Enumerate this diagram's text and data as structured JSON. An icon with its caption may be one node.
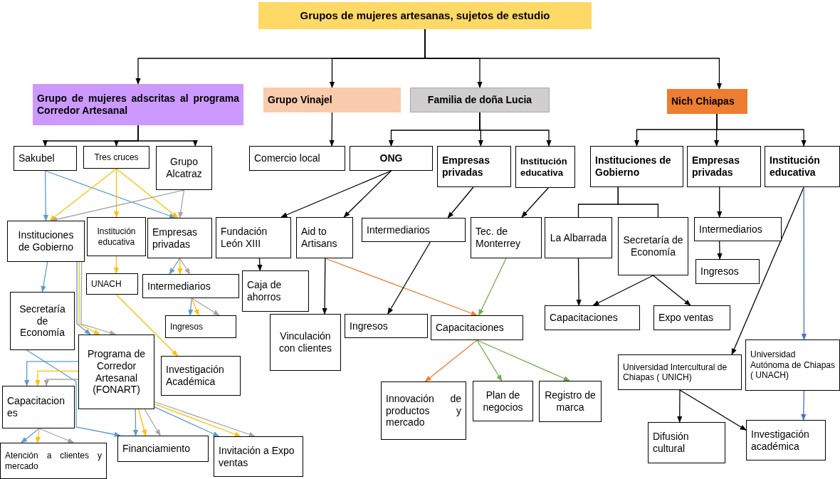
{
  "diagram": {
    "nodes": [
      {
        "text": [
          "Grupos de mujeres artesanas, sujetos de estudio"
        ]
      },
      {
        "text": [
          "Grupo de mujeres adscritas al programa Corredor Artesanal"
        ]
      },
      {
        "text": [
          "Grupo Vinajel"
        ]
      },
      {
        "text": [
          "Familia de doña Lucia"
        ]
      },
      {
        "text": [
          "Nich Chiapas"
        ]
      },
      {
        "text": [
          "Sakubel"
        ]
      },
      {
        "text": [
          "Tres cruces"
        ]
      },
      {
        "text": [
          "Grupo Alcatraz"
        ]
      },
      {
        "text": [
          "Instituciones de Gobierno"
        ]
      },
      {
        "text": [
          "Institución educativa"
        ]
      },
      {
        "text": [
          "Empresas privadas"
        ]
      },
      {
        "text": [
          "UNACH"
        ]
      },
      {
        "text": [
          "Intermediarios"
        ]
      },
      {
        "text": [
          "Ingresos"
        ]
      },
      {
        "text": [
          "Secretaría de Economía"
        ]
      },
      {
        "text": [
          "Programa de Corredor Artesanal (FONART)"
        ]
      },
      {
        "text": [
          "Investigación Académica"
        ]
      },
      {
        "text": [
          "Capacitaciones"
        ]
      },
      {
        "text": [
          "Atención a clientes y mercado"
        ]
      },
      {
        "text": [
          "Financiamiento"
        ]
      },
      {
        "text": [
          "Invitación a Expo ventas"
        ]
      },
      {
        "text": [
          "Comercio local"
        ]
      },
      {
        "text": [
          "ONG"
        ]
      },
      {
        "text": [
          "Empresas privadas"
        ]
      },
      {
        "text": [
          "Institución educativa"
        ]
      },
      {
        "text": [
          "Fundación León XIII"
        ]
      },
      {
        "text": [
          "Aid to Artisans"
        ]
      },
      {
        "text": [
          "Caja de ahorros"
        ]
      },
      {
        "text": [
          "Intermediarios"
        ]
      },
      {
        "text": [
          "Tec. de Monterrey"
        ]
      },
      {
        "text": [
          "Vinculación con clientes"
        ]
      },
      {
        "text": [
          "Ingresos"
        ]
      },
      {
        "text": [
          "Capacitaciones"
        ]
      },
      {
        "text": [
          "Innovación de productos y mercado"
        ]
      },
      {
        "text": [
          "Plan de negocios"
        ]
      },
      {
        "text": [
          "Registro de marca"
        ]
      },
      {
        "text": [
          "Instituciones de Gobierno"
        ]
      },
      {
        "text": [
          "Empresas privadas"
        ]
      },
      {
        "text": [
          "Institución educativa"
        ]
      },
      {
        "text": [
          "La Albarrada"
        ]
      },
      {
        "text": [
          "Secretaría de Economía"
        ]
      },
      {
        "text": [
          "Intermediarios"
        ]
      },
      {
        "text": [
          "Ingresos"
        ]
      },
      {
        "text": [
          "Capacitaciones"
        ]
      },
      {
        "text": [
          "Expo ventas"
        ]
      },
      {
        "text": [
          "Universidad Intercultural de Chiapas ( UNICH)"
        ]
      },
      {
        "text": [
          "Universidad Autónoma de Chiapas ( UNACH)"
        ]
      },
      {
        "text": [
          "Difusión cultural"
        ]
      },
      {
        "text": [
          "Investigación académica"
        ]
      }
    ],
    "edges": [
      {
        "from": 0,
        "to": 1,
        "arrow": "to"
      },
      {
        "from": 0,
        "to": 2,
        "arrow": "to"
      },
      {
        "from": 0,
        "to": 3,
        "arrow": "to"
      },
      {
        "from": 0,
        "to": 4,
        "arrow": "to"
      },
      {
        "from": 1,
        "to": 5,
        "arrow": "to"
      },
      {
        "from": 1,
        "to": 6,
        "arrow": "to"
      },
      {
        "from": 1,
        "to": 7,
        "arrow": "to"
      },
      {
        "from": 5,
        "to": 8,
        "arrow": "to",
        "color": "#5b9bd5"
      },
      {
        "from": 5,
        "to": 10,
        "arrow": "to",
        "color": "#5b9bd5"
      },
      {
        "from": 6,
        "to": 8,
        "arrow": "to",
        "color": "#ffc000"
      },
      {
        "from": 6,
        "to": 9,
        "arrow": "to",
        "color": "#ffc000"
      },
      {
        "from": 6,
        "to": 10,
        "arrow": "to",
        "color": "#ffc000"
      },
      {
        "from": 7,
        "to": 8,
        "arrow": "to",
        "color": "#a5a5a5"
      },
      {
        "from": 7,
        "to": 10,
        "arrow": "to",
        "color": "#a5a5a5"
      },
      {
        "from": 9,
        "to": 11,
        "arrow": "to",
        "color": "#ffc000"
      },
      {
        "from": 10,
        "to": 12,
        "arrow": "to",
        "color": "#5b9bd5"
      },
      {
        "from": 10,
        "to": 12,
        "arrow": "to",
        "color": "#ffc000"
      },
      {
        "from": 10,
        "to": 12,
        "arrow": "to",
        "color": "#a5a5a5"
      },
      {
        "from": 12,
        "to": 13,
        "arrow": "to",
        "color": "#5b9bd5"
      },
      {
        "from": 12,
        "to": 13,
        "arrow": "to",
        "color": "#ffc000"
      },
      {
        "from": 12,
        "to": 13,
        "arrow": "to",
        "color": "#a5a5a5"
      },
      {
        "from": 8,
        "to": 14,
        "arrow": "to",
        "color": "#5b9bd5"
      },
      {
        "from": 8,
        "to": 15,
        "arrow": "to",
        "color": "#5b9bd5"
      },
      {
        "from": 8,
        "to": 15,
        "arrow": "to",
        "color": "#ffc000"
      },
      {
        "from": 8,
        "to": 15,
        "arrow": "to",
        "color": "#a5a5a5"
      },
      {
        "from": 11,
        "to": 16,
        "arrow": "to",
        "color": "#ffc000"
      },
      {
        "from": 14,
        "to": 19,
        "arrow": "to",
        "color": "#5b9bd5"
      },
      {
        "from": 15,
        "to": 17,
        "arrow": "to",
        "color": "#5b9bd5"
      },
      {
        "from": 15,
        "to": 17,
        "arrow": "to",
        "color": "#ffc000"
      },
      {
        "from": 15,
        "to": 17,
        "arrow": "to",
        "color": "#a5a5a5"
      },
      {
        "from": 17,
        "to": 18,
        "arrow": "to",
        "color": "#5b9bd5"
      },
      {
        "from": 17,
        "to": 18,
        "arrow": "to",
        "color": "#ffc000"
      },
      {
        "from": 17,
        "to": 18,
        "arrow": "to",
        "color": "#a5a5a5"
      },
      {
        "from": 15,
        "to": 19,
        "arrow": "to",
        "color": "#5b9bd5"
      },
      {
        "from": 15,
        "to": 19,
        "arrow": "to",
        "color": "#ffc000"
      },
      {
        "from": 15,
        "to": 19,
        "arrow": "to",
        "color": "#a5a5a5"
      },
      {
        "from": 15,
        "to": 20,
        "arrow": "to",
        "color": "#5b9bd5"
      },
      {
        "from": 15,
        "to": 20,
        "arrow": "to",
        "color": "#ffc000"
      },
      {
        "from": 15,
        "to": 20,
        "arrow": "to",
        "color": "#a5a5a5"
      },
      {
        "from": 2,
        "to": 21,
        "arrow": "to"
      },
      {
        "from": 3,
        "to": 22,
        "arrow": "to"
      },
      {
        "from": 3,
        "to": 23,
        "arrow": "to"
      },
      {
        "from": 3,
        "to": 24,
        "arrow": "to"
      },
      {
        "from": 22,
        "to": 25,
        "arrow": "to"
      },
      {
        "from": 22,
        "to": 26,
        "arrow": "to"
      },
      {
        "from": 23,
        "to": 28,
        "arrow": "to"
      },
      {
        "from": 24,
        "to": 29,
        "arrow": "to"
      },
      {
        "from": 25,
        "to": 27,
        "arrow": "to"
      },
      {
        "from": 26,
        "to": 30,
        "arrow": "to"
      },
      {
        "from": 26,
        "to": 32,
        "arrow": "to",
        "color": "#ed7d31"
      },
      {
        "from": 28,
        "to": 31,
        "arrow": "to"
      },
      {
        "from": 29,
        "to": 32,
        "arrow": "to",
        "color": "#70ad47"
      },
      {
        "from": 32,
        "to": 33,
        "arrow": "to",
        "color": "#ed7d31"
      },
      {
        "from": 32,
        "to": 34,
        "arrow": "to",
        "color": "#70ad47"
      },
      {
        "from": 32,
        "to": 35,
        "arrow": "to",
        "color": "#70ad47"
      },
      {
        "from": 4,
        "to": 36,
        "arrow": "to"
      },
      {
        "from": 4,
        "to": 37,
        "arrow": "to"
      },
      {
        "from": 4,
        "to": 38,
        "arrow": "to"
      },
      {
        "from": 36,
        "to": 39,
        "arrow": "none"
      },
      {
        "from": 36,
        "to": 40,
        "arrow": "none"
      },
      {
        "from": 37,
        "to": 41,
        "arrow": "to"
      },
      {
        "from": 41,
        "to": 42,
        "arrow": "to"
      },
      {
        "from": 38,
        "to": 45,
        "arrow": "to"
      },
      {
        "from": 38,
        "to": 46,
        "arrow": "to",
        "color": "#4472c4"
      },
      {
        "from": 39,
        "to": 43,
        "arrow": "to"
      },
      {
        "from": 40,
        "to": 43,
        "arrow": "to"
      },
      {
        "from": 40,
        "to": 44,
        "arrow": "to"
      },
      {
        "from": 45,
        "to": 47,
        "arrow": "to"
      },
      {
        "from": 45,
        "to": 48,
        "arrow": "to"
      },
      {
        "from": 46,
        "to": 48,
        "arrow": "to",
        "color": "#4472c4"
      }
    ]
  }
}
